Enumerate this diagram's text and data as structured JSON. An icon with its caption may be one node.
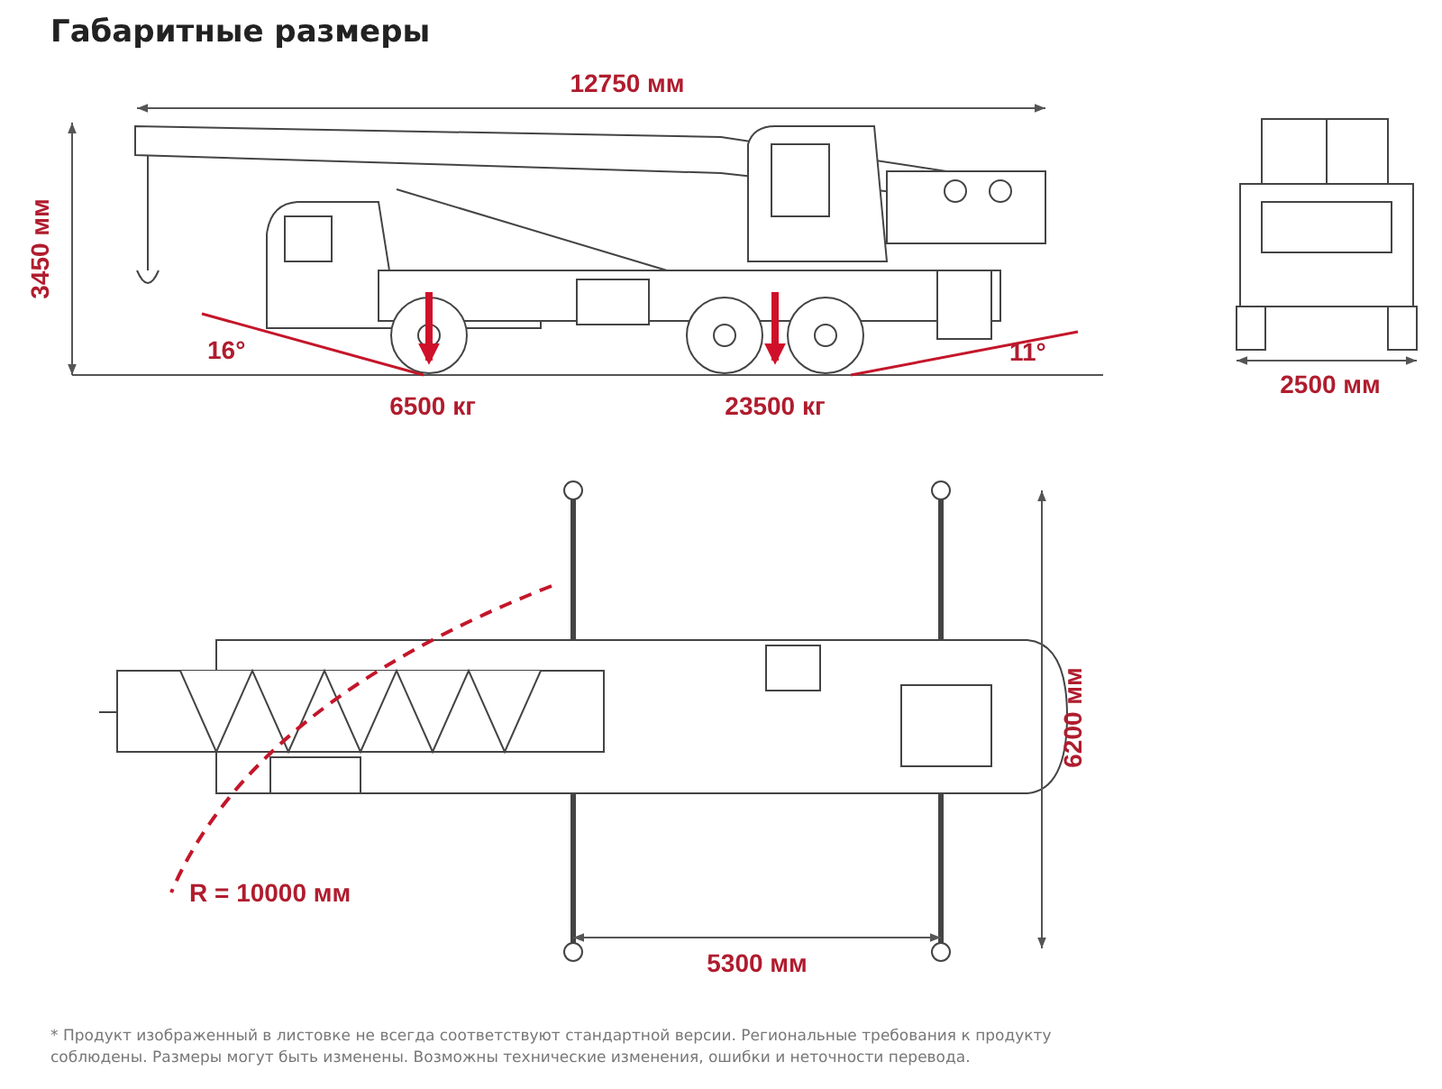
{
  "diagram": {
    "title": "Габаритные размеры",
    "caption": "* Продукт изображенный в листовке не всегда соответствуют стандартной версии. Региональные требования к продукту соблюдены. Размеры могут быть изменены. Возможны технические изменения, ошибки и неточности перевода.",
    "labels": [
      "12750 мм",
      "3450 мм",
      "16°",
      "11°",
      "6500 кг",
      "23500 кг",
      "2500 мм",
      "6200 мм",
      "R = 10000 мм",
      "5300 мм"
    ]
  }
}
